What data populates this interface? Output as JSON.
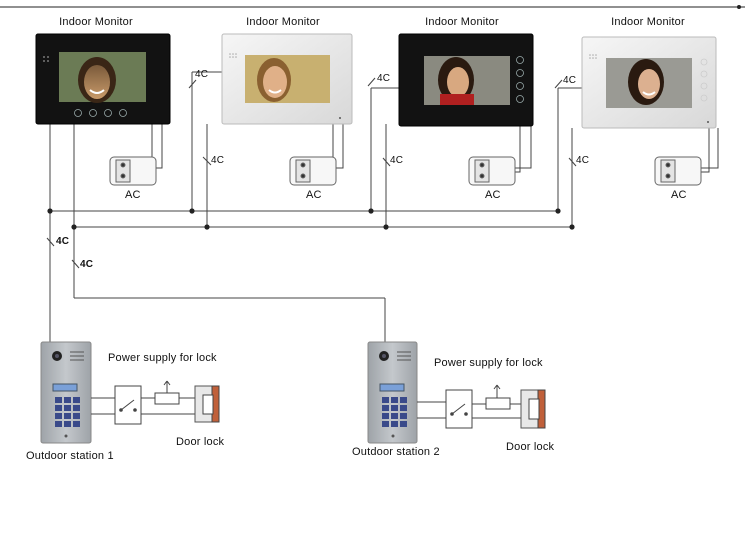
{
  "monitors": [
    {
      "title": "Indoor Monitor",
      "adapter_label": "AC",
      "cable_label": "4C"
    },
    {
      "title": "Indoor Monitor",
      "adapter_label": "AC",
      "cable_label": "4C"
    },
    {
      "title": "Indoor Monitor",
      "adapter_label": "AC",
      "cable_label": "4C"
    },
    {
      "title": "Indoor Monitor",
      "adapter_label": "AC",
      "cable_label": "4C"
    }
  ],
  "extra_cable_labels": [
    "4C",
    "4C",
    "4C",
    "4C"
  ],
  "stations": [
    {
      "label": "Outdoor station 1",
      "power_label": "Power supply for lock",
      "lock_label": "Door lock"
    },
    {
      "label": "Outdoor station 2",
      "power_label": "Power supply for lock",
      "lock_label": "Door lock"
    }
  ],
  "colors": {
    "line": "#444444",
    "black_bezel": "#121212",
    "white_bezel": "#ececec",
    "panel": "#a8acb0",
    "screen_key": "#3a4a8a"
  }
}
